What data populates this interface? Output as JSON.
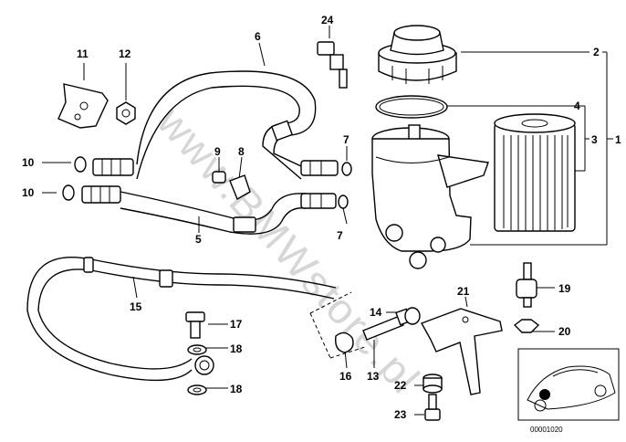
{
  "diagram": {
    "watermark": "www.BMWstore.pl",
    "ref_code": "00001020"
  },
  "labels": {
    "p1": "1",
    "p2": "2",
    "p3": "3",
    "p4": "4",
    "p5": "5",
    "p6": "6",
    "p7a": "7",
    "p7b": "7",
    "p8": "8",
    "p9": "9",
    "p10a": "10",
    "p10b": "10",
    "p11": "11",
    "p12": "12",
    "p13": "13",
    "p14": "14",
    "p15": "15",
    "p16": "16",
    "p17": "17",
    "p18a": "18",
    "p18b": "18",
    "p19": "19",
    "p20": "20",
    "p21": "21",
    "p22": "22",
    "p23": "23",
    "p24": "24"
  },
  "colors": {
    "line": "#000000",
    "watermark": "#d6d6d6",
    "background": "#ffffff"
  }
}
